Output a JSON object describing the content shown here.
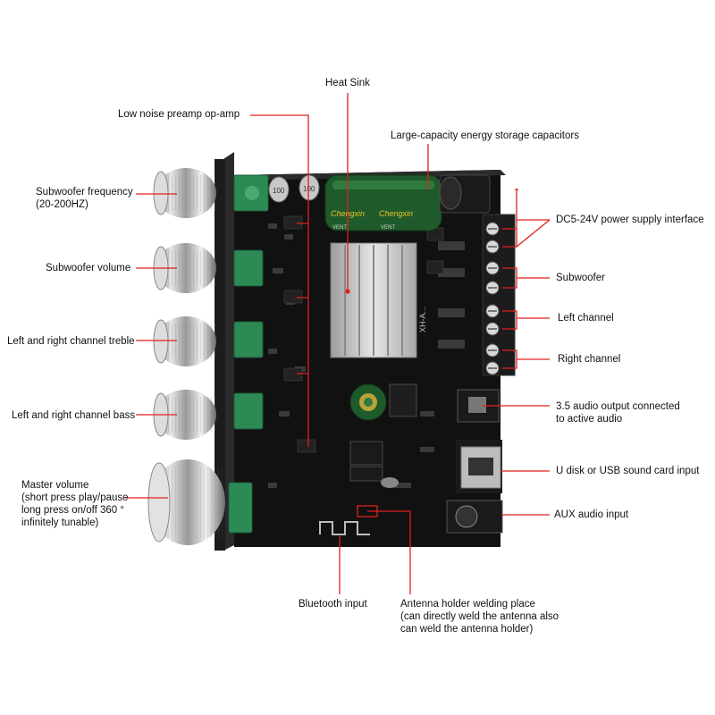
{
  "labels": {
    "heat_sink": "Heat Sink",
    "preamp": "Low noise preamp op-amp",
    "capacitors": "Large-capacity energy storage capacitors",
    "sub_freq": "Subwoofer frequency\n(20-200HZ)",
    "dc_power": "DC5-24V power supply interface",
    "sub_volume": "Subwoofer volume",
    "subwoofer": "Subwoofer",
    "left_channel": "Left channel",
    "treble": "Left and right channel treble",
    "right_channel": "Right channel",
    "bass": "Left and right channel bass",
    "audio_out": "3.5 audio output connected\nto active audio",
    "master_volume": "Master volume\n(short press play/pause\nlong press on/off 360 °\ninfinitely tunable)",
    "usb": "U disk or USB sound card input",
    "aux": "AUX audio input",
    "bluetooth": "Bluetooth input",
    "antenna": "Antenna holder welding place\n(can directly weld the antenna also\ncan weld the antenna holder)"
  },
  "board_marks": {
    "cap_brand": "Chengxin",
    "cap_brand_2": "Chengxin",
    "cap_text": "VENT",
    "cap_text_2": "VENT",
    "chip_mark": "XH-A..."
  },
  "colors": {
    "leader_line": "#e0201e",
    "board": "#141414",
    "pot_green": "#2e8a55",
    "capacitor_green": "#1f5a2b",
    "heatsink": "#c9c9c9"
  }
}
